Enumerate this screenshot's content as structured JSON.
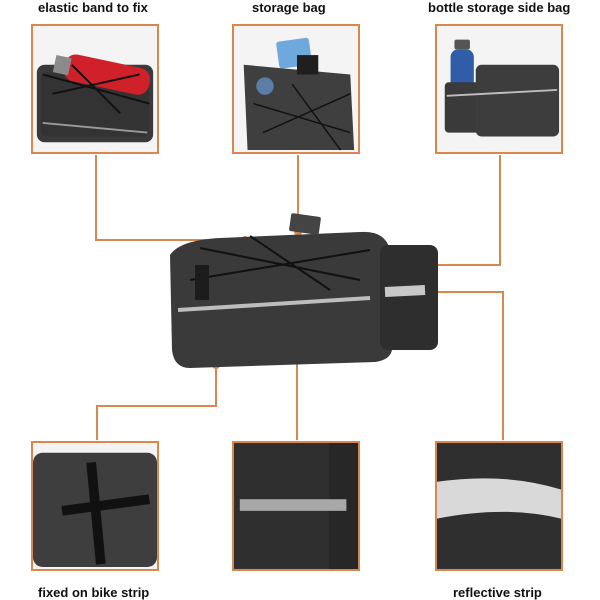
{
  "labels": {
    "elastic_band": "elastic band to fix",
    "storage_bag": "storage bag",
    "bottle_side_bag": "bottle storage side bag",
    "fixed_strip": "fixed on bike strip",
    "reflective_strip": "reflective strip"
  },
  "colors": {
    "accent": "#d9874f",
    "fabric": "#3a3a3a",
    "fabric_dark": "#222222",
    "reflective": "#bdbdbd"
  }
}
